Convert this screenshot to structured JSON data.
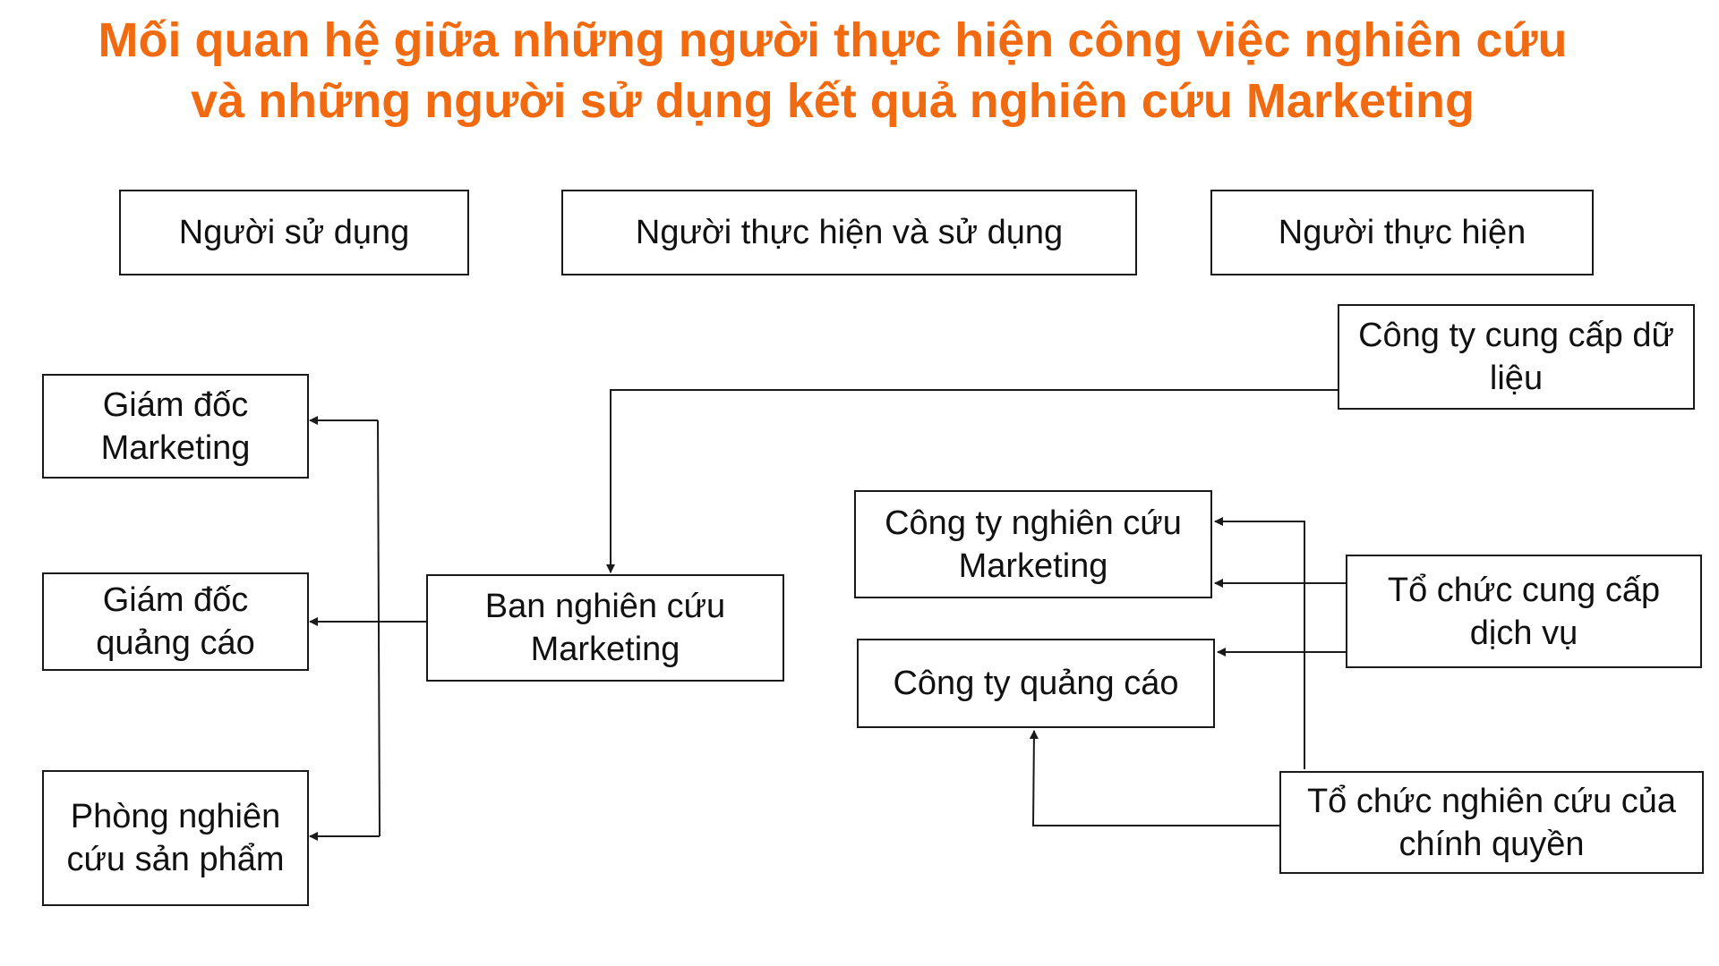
{
  "title": {
    "line1": "Mối quan hệ giữa những người thực hiện công việc nghiên cứu",
    "line2": "và những người sử dụng kết quả nghiên cứu Marketing",
    "color": "#f26a0f"
  },
  "categories": {
    "users": "Người sử dụng",
    "performers_and_users": "Người thực hiện và sử dụng",
    "performers": "Người thực hiện"
  },
  "nodes": {
    "marketing_director": "Giám đốc Marketing",
    "advertising_director": "Giám đốc quảng cáo",
    "product_research_dept": "Phòng nghiên cứu sản phẩm",
    "marketing_research_board": "Ban nghiên cứu Marketing",
    "data_provider_company": "Công ty cung cấp dữ liệu",
    "marketing_research_company": "Công ty nghiên cứu Marketing",
    "advertising_company": "Công ty quảng cáo",
    "service_provider_org": "Tổ chức cung cấp dịch vụ",
    "government_research_org": "Tổ chức nghiên cứu của chính quyền"
  },
  "relations": [
    {
      "from": "marketing_research_board",
      "to": "marketing_director"
    },
    {
      "from": "marketing_research_board",
      "to": "advertising_director"
    },
    {
      "from": "marketing_research_board",
      "to": "product_research_dept"
    },
    {
      "from": "data_provider_company",
      "to": "marketing_research_board"
    },
    {
      "from": "service_provider_org",
      "to": "marketing_research_company"
    },
    {
      "from": "service_provider_org",
      "to": "advertising_company"
    },
    {
      "from": "government_research_org",
      "to": "marketing_research_company"
    },
    {
      "from": "government_research_org",
      "to": "advertising_company"
    }
  ]
}
